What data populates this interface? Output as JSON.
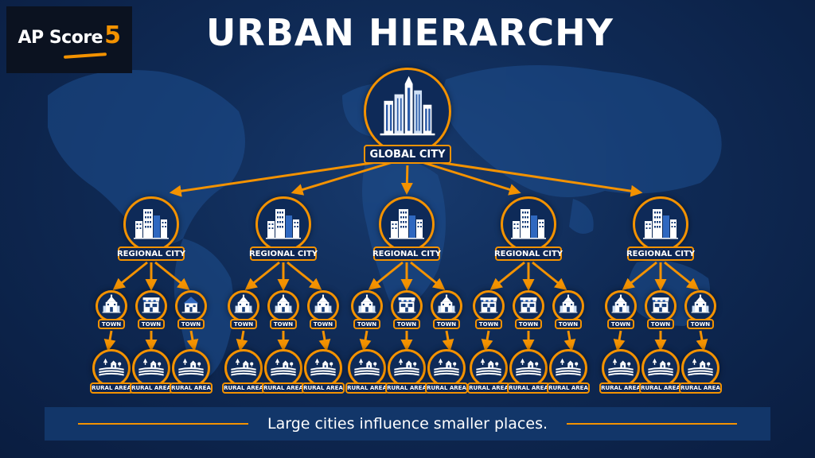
{
  "brand": {
    "logo_text": "AP Score",
    "logo_number": "5"
  },
  "title": "URBAN HIERARCHY",
  "caption": "Large cities influence smaller places.",
  "colors": {
    "accent": "#f39200",
    "background": "#0f2a55",
    "text": "#ffffff"
  },
  "hierarchy": {
    "global_city": {
      "label": "GLOBAL CITY",
      "icon": "skyscrapers-icon"
    },
    "regional_cities": [
      {
        "label": "REGIONAL CITY",
        "icon": "city-buildings-icon",
        "towns": [
          {
            "label": "TOWN",
            "icon": "town-hall-icon",
            "rural": {
              "label": "RURAL AREA",
              "icon": "farm-icon"
            }
          },
          {
            "label": "TOWN",
            "icon": "shop-icon",
            "rural": {
              "label": "RURAL AREA",
              "icon": "farm-icon"
            }
          },
          {
            "label": "TOWN",
            "icon": "house-icon",
            "rural": {
              "label": "RURAL AREA",
              "icon": "farm-icon"
            }
          }
        ]
      },
      {
        "label": "REGIONAL CITY",
        "icon": "city-buildings-icon",
        "towns": [
          {
            "label": "TOWN",
            "icon": "church-icon",
            "rural": {
              "label": "RURAL AREA",
              "icon": "farm-icon"
            }
          },
          {
            "label": "TOWN",
            "icon": "church-icon",
            "rural": {
              "label": "RURAL AREA",
              "icon": "farm-icon"
            }
          },
          {
            "label": "TOWN",
            "icon": "church-icon",
            "rural": {
              "label": "RURAL AREA",
              "icon": "farm-icon"
            }
          }
        ]
      },
      {
        "label": "REGIONAL CITY",
        "icon": "city-buildings-icon",
        "towns": [
          {
            "label": "TOWN",
            "icon": "church-icon",
            "rural": {
              "label": "RURAL AREA",
              "icon": "farm-icon"
            }
          },
          {
            "label": "TOWN",
            "icon": "shop-icon",
            "rural": {
              "label": "RURAL AREA",
              "icon": "farm-icon"
            }
          },
          {
            "label": "TOWN",
            "icon": "church-icon",
            "rural": {
              "label": "RURAL AREA",
              "icon": "farm-icon"
            }
          }
        ]
      },
      {
        "label": "REGIONAL CITY",
        "icon": "city-buildings-icon",
        "towns": [
          {
            "label": "TOWN",
            "icon": "shop-icon",
            "rural": {
              "label": "RURAL AREA",
              "icon": "farm-icon"
            }
          },
          {
            "label": "TOWN",
            "icon": "shop-icon",
            "rural": {
              "label": "RURAL AREA",
              "icon": "farm-icon"
            }
          },
          {
            "label": "TOWN",
            "icon": "church-icon",
            "rural": {
              "label": "RURAL AREA",
              "icon": "farm-icon"
            }
          }
        ]
      },
      {
        "label": "REGIONAL CITY",
        "icon": "city-buildings-icon",
        "towns": [
          {
            "label": "TOWN",
            "icon": "church-icon",
            "rural": {
              "label": "RURAL AREA",
              "icon": "farm-icon"
            }
          },
          {
            "label": "TOWN",
            "icon": "shop-icon",
            "rural": {
              "label": "RURAL AREA",
              "icon": "farm-icon"
            }
          },
          {
            "label": "TOWN",
            "icon": "church-icon",
            "rural": {
              "label": "RURAL AREA",
              "icon": "farm-icon"
            }
          }
        ]
      }
    ]
  }
}
